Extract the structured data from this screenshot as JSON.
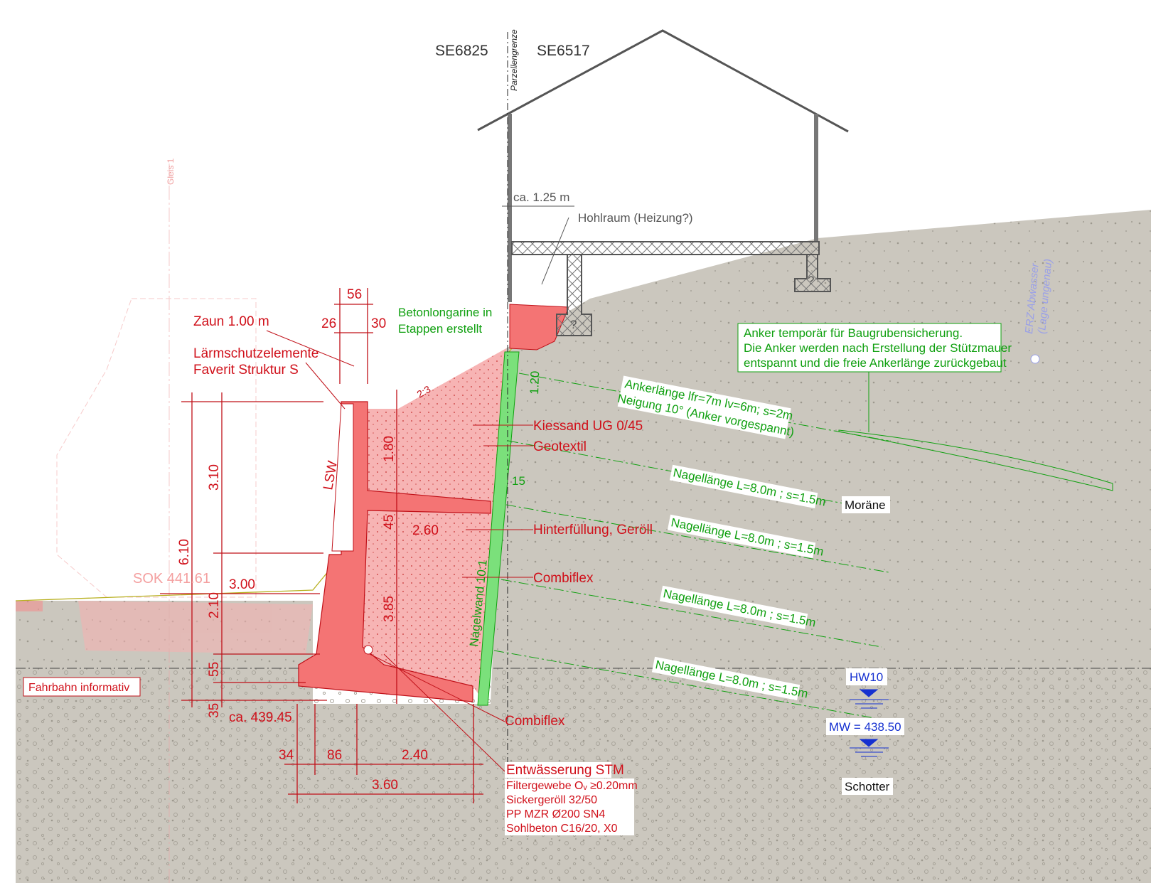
{
  "parcels": {
    "left": "SE6825",
    "right": "SE6517",
    "boundary": "Parzellengrenze"
  },
  "house": {
    "offset": "ca. 1.25 m",
    "cavity": "Hohlraum (Heizung?)",
    "unknown1": "?",
    "unknown2": "?"
  },
  "track": {
    "label": "Gleis 1"
  },
  "wall_labels": {
    "fence": "Zaun 1.00 m",
    "noise1": "Lärmschutzelemente",
    "noise2": "Faverit Struktur S",
    "beam1": "Betonlongarine in",
    "beam2": "Etappen erstellt",
    "slope": "2:3",
    "gravel": "Kiessand UG 0/45",
    "geotextile": "Geotextil",
    "lsw": "LSW",
    "backfill": "Hinterfüllung, Geröll",
    "combiflex1": "Combiflex",
    "combiflex2": "Combiflex",
    "nailwall": "Nagelwand 10:1",
    "sok": "SOK 441.61",
    "level": "ca. 439.45",
    "road": "Fahrbahn informativ"
  },
  "dimensions": {
    "d56": "56",
    "d26": "26",
    "d30": "30",
    "d120": "1.20",
    "d15": "15",
    "d180": "1.80",
    "d310": "3.10",
    "d610": "6.10",
    "d45": "45",
    "d260": "2.60",
    "d385": "3.85",
    "d300": "3.00",
    "d210": "2.10",
    "d55": "55",
    "d35": "35",
    "d34": "34",
    "d86": "86",
    "d240": "2.40",
    "d360": "3.60"
  },
  "drainage": {
    "title": "Entwässerung STM",
    "lines": [
      "Filtergewebe Oᵥ ≥0.20mm",
      "Sickergeröll 32/50",
      "PP MZR Ø200 SN4",
      "Sohlbeton C16/20, X0"
    ]
  },
  "anchor_note": {
    "lines": [
      "Anker temporär für Baugrubensicherung.",
      "Die Anker werden nach Erstellung der Stützmauer",
      "entspannt und die freie Ankerlänge zurückgebaut"
    ]
  },
  "anchor": {
    "length": "Ankerlänge lfr=7m lv=6m; s=2m",
    "incline": "Neigung 10° (Anker vorgespannt)"
  },
  "nails": [
    "Nagellänge L=8.0m ; s=1.5m",
    "Nagellänge L=8.0m ; s=1.5m",
    "Nagellänge L=8.0m ; s=1.5m",
    "Nagellänge L=8.0m ; s=1.5m"
  ],
  "soil": {
    "upper": "Moräne",
    "lower": "Schotter"
  },
  "water": {
    "hw": "HW10",
    "mw": "MW = 438.50"
  },
  "sewer": {
    "line1": "ERZ Abwasser",
    "line2": "(Lage ungenau)"
  },
  "colors": {
    "wall": "#f47474",
    "fill": "#f7b4b4",
    "nail": "#7be07b",
    "soil": "#cbc7be"
  }
}
